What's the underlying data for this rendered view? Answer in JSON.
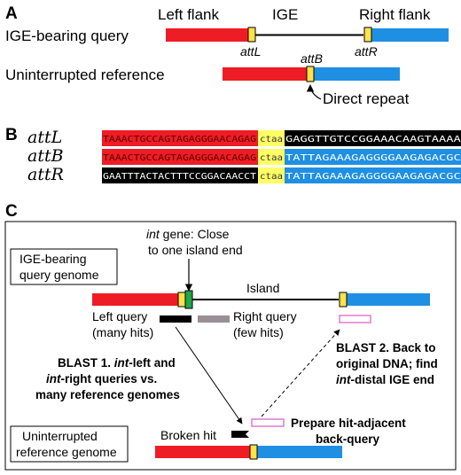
{
  "colors": {
    "left_flank": "#ee1c24",
    "right_flank": "#1f8fe3",
    "att_site": "#ffe24a",
    "int_gene": "#1fa84a",
    "hit_black": "#000000",
    "hit_gray": "#9b8f95",
    "hit_pink": "#e07ad0",
    "seq_black": "#000000",
    "seq_yellow": "#ffff66"
  },
  "panel_a": {
    "label": "A",
    "left_flank": "Left flank",
    "ige": "IGE",
    "right_flank": "Right flank",
    "query_label": "IGE-bearing query",
    "attL": "attL",
    "attR": "attR",
    "reference_label": "Uninterrupted reference",
    "attB": "attB",
    "direct_repeat": "Direct repeat"
  },
  "panel_b": {
    "label": "B",
    "rows": [
      {
        "name": "attL",
        "left": "TAAACTGCCAGTAGAGGGAACAGAG",
        "core": "ctaa",
        "right": "GAGGTTGTCCGGAAACAAGTAAAAG",
        "left_style": "red",
        "right_style": "black"
      },
      {
        "name": "attB",
        "left": "TAAACTGCCAGTAGAGGGAACAGAG",
        "core": "ctaa",
        "right": "TATTAGAAAGAGGGGAAGAGACGCA",
        "left_style": "red",
        "right_style": "blue"
      },
      {
        "name": "attR",
        "left": "GAATTTACTACTTTCCGGACAACCT",
        "core": "ctaa",
        "right": "TATTAGAAAGAGGGGAAGAGACGCA",
        "left_style": "black",
        "right_style": "blue"
      }
    ]
  },
  "panel_c": {
    "label": "C",
    "query_box": [
      "IGE-bearing",
      "query genome"
    ],
    "int_gene_prefix": "int",
    "int_gene_rest": " gene: Close",
    "int_gene_line2": "to one island end",
    "island": "Island",
    "left_query": [
      "Left query",
      "(many hits)"
    ],
    "right_query": [
      "Right query",
      "(few hits)"
    ],
    "blast1": {
      "l1_a": "BLAST 1. ",
      "l1_b": "int",
      "l1_c": "-left and",
      "l2_a": "int",
      "l2_b": "-right queries vs.",
      "l3": "many reference genomes"
    },
    "blast2": {
      "l1": "BLAST 2. Back to",
      "l2": "original DNA; find",
      "l3_a": "int",
      "l3_b": "-distal IGE end"
    },
    "prepare": [
      "Prepare hit-adjacent",
      "back-query"
    ],
    "broken_hit": "Broken hit",
    "reference_box": [
      "Uninterrupted",
      "reference genome"
    ]
  }
}
